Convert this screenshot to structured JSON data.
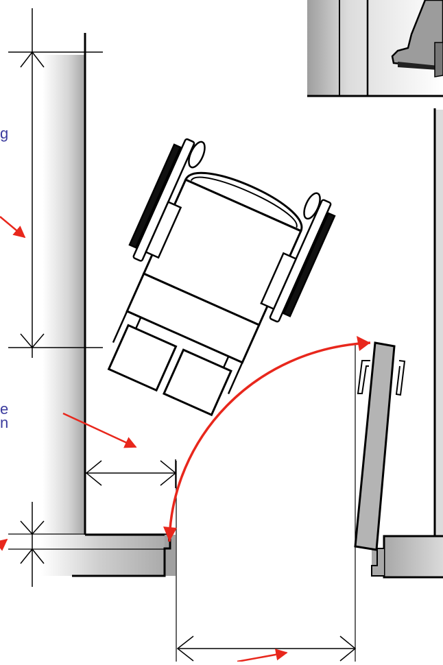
{
  "labels": {
    "left_fragment_1": "g",
    "left_fragment_2": "e",
    "left_fragment_3": "n"
  },
  "colors": {
    "label_blue": "#3b3b9e",
    "arrow_red": "#e8271c",
    "wall_gray": "#a8a8a8",
    "line_black": "#000000",
    "door_gray": "#b4b4b4"
  },
  "icons": [
    "wheelchair-icon",
    "leg-icon",
    "door-leaf-icon"
  ]
}
